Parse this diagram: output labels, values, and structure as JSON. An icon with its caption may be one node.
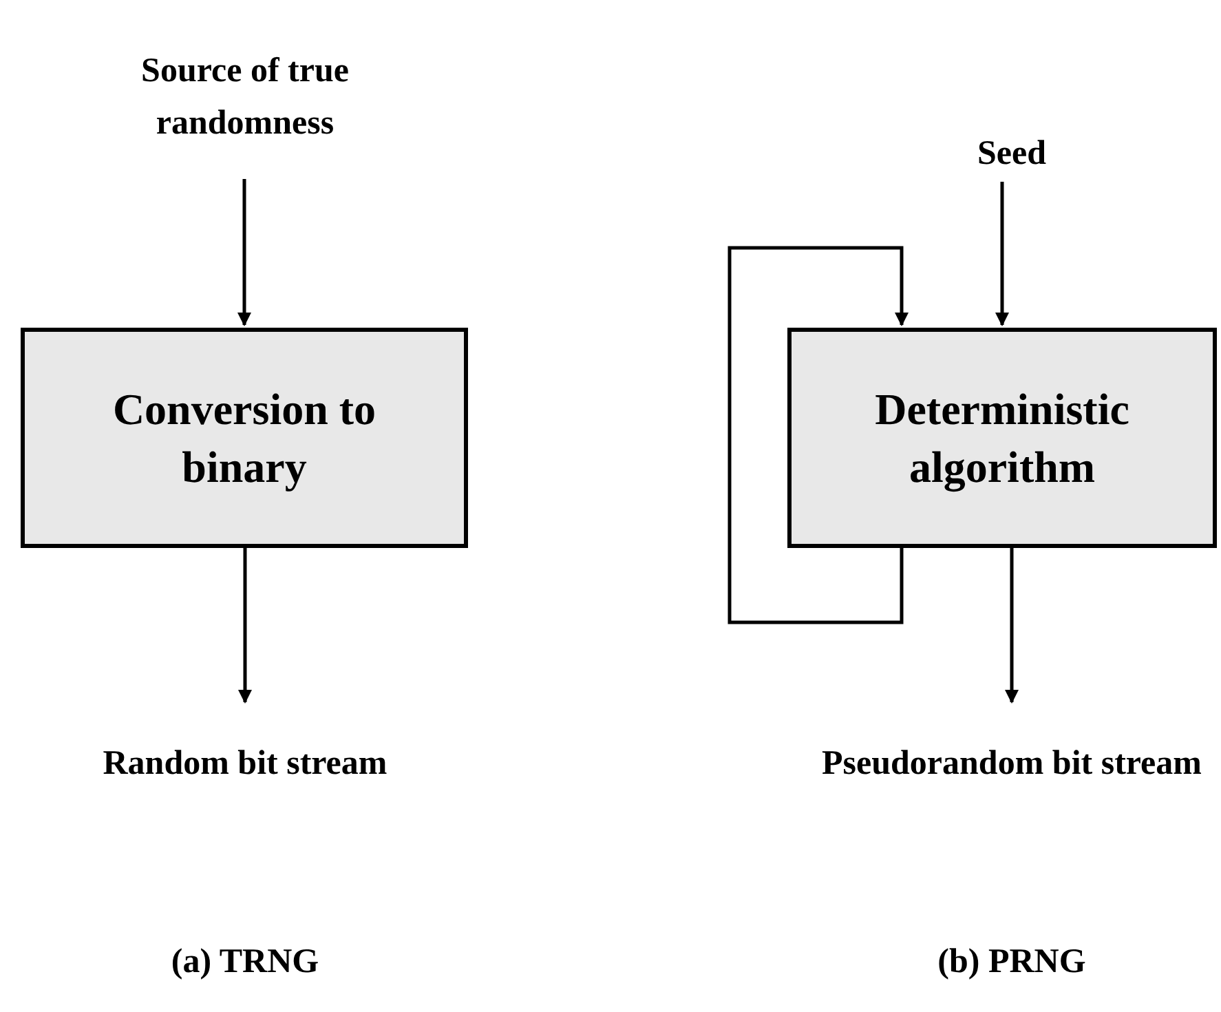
{
  "diagram": {
    "nodes": [
      {
        "text": [
          "Source of true randomness"
        ]
      },
      {
        "text": [
          "Conversion to binary"
        ]
      },
      {
        "text": [
          "Random bit stream"
        ]
      },
      {
        "text": [
          "Seed"
        ]
      },
      {
        "text": [
          "Deterministic algorithm"
        ]
      },
      {
        "text": [
          "Pseudorandom bit stream"
        ]
      }
    ],
    "edges": [
      {
        "from": 0,
        "to": 1,
        "arrow": "to"
      },
      {
        "from": 1,
        "to": 2,
        "arrow": "to"
      },
      {
        "from": 3,
        "to": 4,
        "arrow": "to"
      },
      {
        "from": 4,
        "to": 5,
        "arrow": "to"
      },
      {
        "from": 4,
        "to": 4,
        "arrow": "to"
      }
    ],
    "labels": [
      "(a) TRNG",
      "(b) PRNG"
    ]
  }
}
